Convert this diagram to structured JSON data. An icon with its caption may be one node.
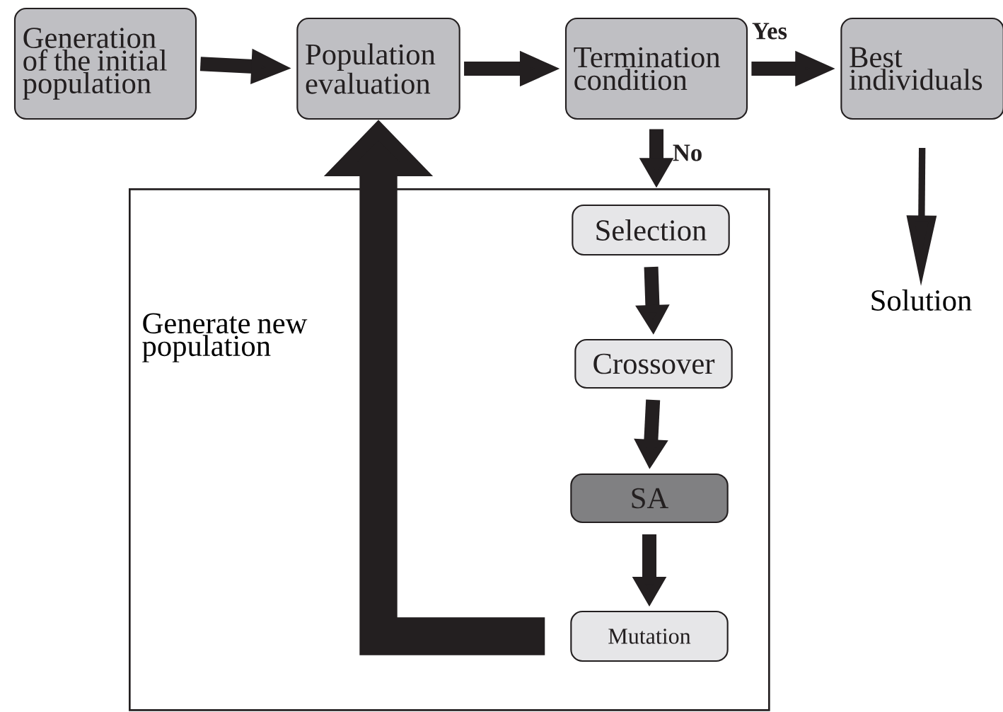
{
  "diagram": {
    "nodes": [
      {
        "text": [
          "Generation of the initial population"
        ]
      },
      {
        "text": [
          "Population evaluation"
        ]
      },
      {
        "text": [
          "Termination condition"
        ]
      },
      {
        "text": [
          "Best individuals"
        ]
      },
      {
        "text": [
          "Generate new population"
        ]
      },
      {
        "text": [
          "Selection"
        ],
        "in": 4
      },
      {
        "text": [
          "Crossover"
        ],
        "in": 4
      },
      {
        "text": [
          "SA"
        ],
        "in": 4
      },
      {
        "text": [
          "Mutation"
        ],
        "in": 4
      },
      {
        "text": [
          "Solution"
        ]
      }
    ],
    "edges": [
      {
        "from": 0,
        "to": 1,
        "arrow": "to"
      },
      {
        "from": 1,
        "to": 2,
        "arrow": "to"
      },
      {
        "from": 2,
        "to": 3,
        "arrow": "to",
        "label": "Yes"
      },
      {
        "from": 2,
        "to": 4,
        "arrow": "to",
        "label": "No"
      },
      {
        "from": 5,
        "to": 6,
        "arrow": "to"
      },
      {
        "from": 6,
        "to": 7,
        "arrow": "to"
      },
      {
        "from": 7,
        "to": 8,
        "arrow": "to"
      },
      {
        "from": 8,
        "to": 1,
        "arrow": "to",
        "style": "thick"
      },
      {
        "from": 3,
        "to": 9,
        "arrow": "to"
      }
    ]
  }
}
